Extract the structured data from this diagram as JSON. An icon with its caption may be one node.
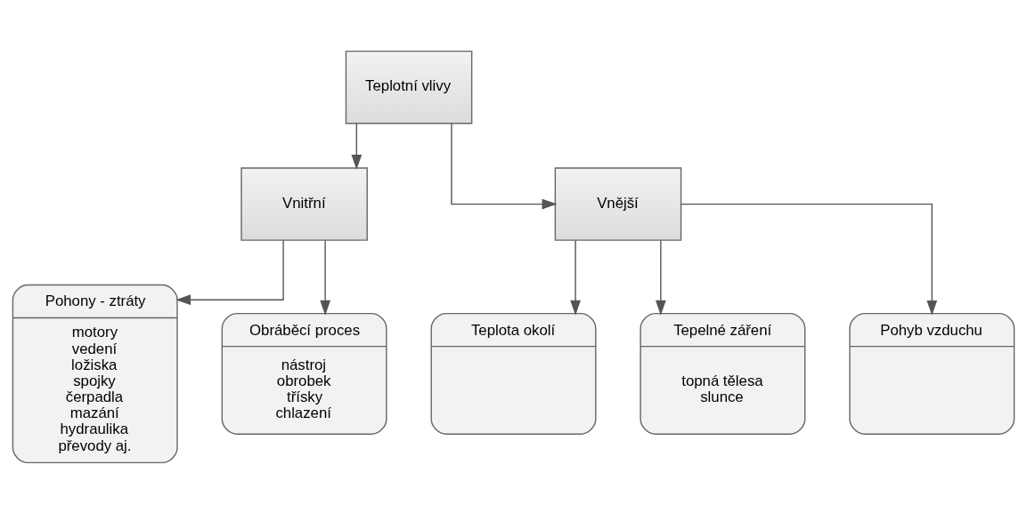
{
  "diagram": {
    "nodes": [
      {
        "text": [
          "Teplotní vlivy"
        ]
      },
      {
        "text": [
          "Vnitřní"
        ]
      },
      {
        "text": [
          "Vnější"
        ]
      },
      {
        "text": [
          "Pohony - ztráty",
          "motory",
          "vedení",
          "ložiska",
          "spojky",
          "čerpadla",
          "mazání",
          "hydraulika",
          "převody aj."
        ]
      },
      {
        "text": [
          "Obráběcí proces",
          "nástroj",
          "obrobek",
          "třísky",
          "chlazení"
        ]
      },
      {
        "text": [
          "Teplota okolí"
        ]
      },
      {
        "text": [
          "Tepelné záření",
          "topná tělesa",
          "slunce"
        ]
      },
      {
        "text": [
          "Pohyb vzduchu"
        ]
      }
    ],
    "edges": [
      {
        "from": 0,
        "to": 1,
        "arrow": "to"
      },
      {
        "from": 0,
        "to": 2,
        "arrow": "to"
      },
      {
        "from": 1,
        "to": 3,
        "arrow": "to"
      },
      {
        "from": 1,
        "to": 4,
        "arrow": "to"
      },
      {
        "from": 2,
        "to": 5,
        "arrow": "to"
      },
      {
        "from": 2,
        "to": 6,
        "arrow": "to"
      },
      {
        "from": 2,
        "to": 7,
        "arrow": "to"
      }
    ]
  }
}
